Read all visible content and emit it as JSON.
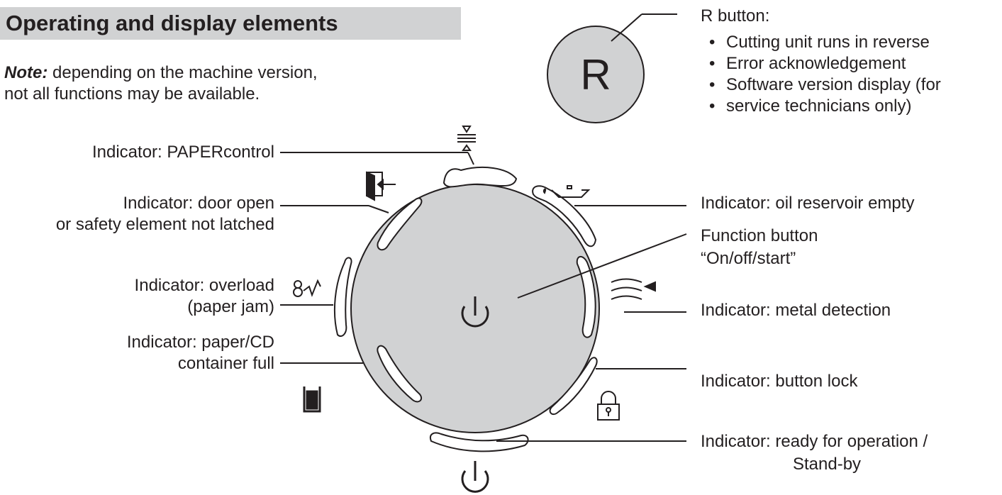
{
  "title": "Operating and display elements",
  "note": {
    "label": "Note:",
    "text_line1": " depending on the machine version,",
    "text_line2": "not all functions may be available."
  },
  "r_button": {
    "letter": "R",
    "heading": "R button:",
    "bullets": [
      "Cutting unit runs in reverse",
      "Error acknowledgement",
      "Software version display (for",
      "service technicians only)"
    ]
  },
  "labels": {
    "paper_control": "Indicator: PAPERcontrol",
    "door_open_l1": "Indicator: door open",
    "door_open_l2": "or safety element not latched",
    "overload_l1": "Indicator: overload",
    "overload_l2": "(paper jam)",
    "container_l1": "Indicator: paper/CD",
    "container_l2": "container full",
    "oil": "Indicator: oil reservoir empty",
    "function_l1": "Function button",
    "function_l2": "“On/off/start”",
    "metal": "Indicator: metal detection",
    "lock": "Indicator: button lock",
    "ready_l1": "Indicator: ready for operation /",
    "ready_l2": "Stand-by"
  },
  "icons": [
    "paper-thickness-icon",
    "door-open-icon",
    "oil-can-icon",
    "overload-icon",
    "metal-detection-icon",
    "container-full-icon",
    "padlock-icon",
    "power-icon"
  ],
  "colors": {
    "button_fill": "#d1d2d3",
    "line": "#231f20"
  }
}
